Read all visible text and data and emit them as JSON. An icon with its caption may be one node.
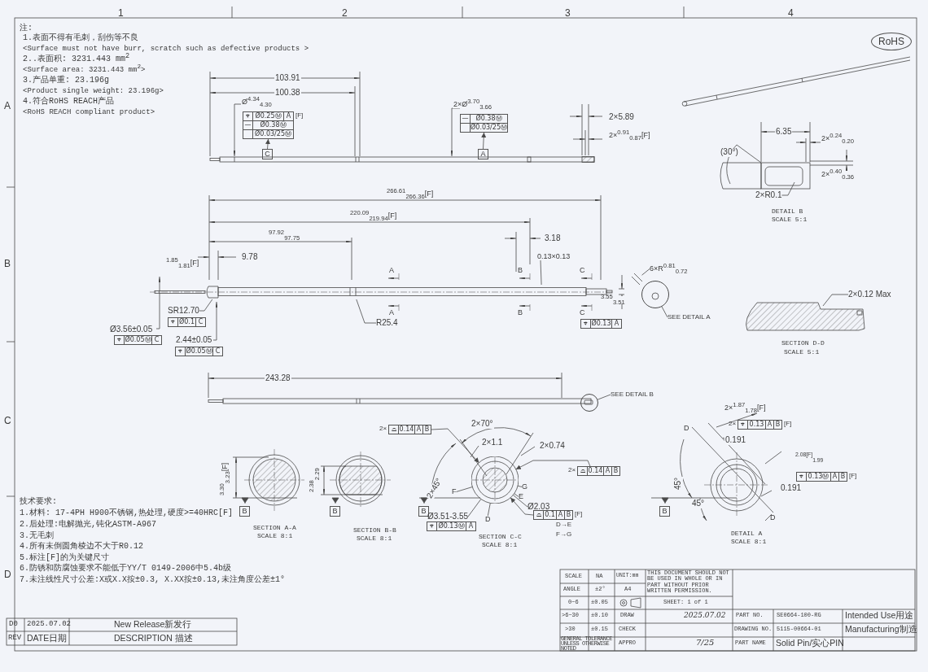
{
  "diagram": {
    "nodes": [
      {
        "text": [
          "RoHS"
        ]
      },
      {
        "text": [
          "⌖",
          "Ø0.25Ⓜ",
          "A",
          "—",
          "Ø0.38Ⓜ",
          "Ø0.03/25Ⓜ"
        ],
        "beside": [
          "[F]"
        ]
      },
      {
        "text": [
          "C"
        ]
      },
      {
        "text": [
          "—",
          "Ø0.38Ⓜ",
          "Ø0.03/25Ⓜ"
        ]
      },
      {
        "text": [
          "A"
        ]
      },
      {
        "text": [
          "2×R0.1"
        ]
      },
      {
        "text": [
          "SR12.70"
        ]
      },
      {
        "text": [
          "⌖",
          "Ø0.1",
          "C"
        ]
      },
      {
        "text": [
          "⌖",
          "Ø0.05Ⓜ",
          "C"
        ]
      },
      {
        "text": [
          "⌖",
          "Ø0.05Ⓜ",
          "C"
        ]
      },
      {
        "text": [
          "R25.4"
        ]
      },
      {
        "text": [
          "0.13×0.13"
        ]
      },
      {
        "text": [
          "⌖",
          "Ø0.13",
          "A"
        ]
      },
      {
        "text": [
          "6×R$^{0.81}$$_{0.72}$"
        ]
      },
      {
        "text": [
          "SEE DETAIL A"
        ]
      },
      {
        "text": [],
        "shape": "circle"
      },
      {
        "text": [
          "2×0.12 Max"
        ]
      },
      {
        "text": [
          "SEE DETAIL B"
        ]
      },
      {
        "text": [],
        "shape": "circle"
      },
      {
        "text": [
          "B"
        ]
      },
      {
        "text": [
          "B"
        ]
      },
      {
        "text": [
          "⌓",
          "0.14",
          "A",
          "B"
        ],
        "beside": [
          "2×"
        ]
      },
      {
        "text": [
          "⌓",
          "0.14",
          "A",
          "B"
        ],
        "beside": [
          "2×"
        ]
      },
      {
        "text": [
          "B"
        ]
      },
      {
        "text": [
          "⌖",
          "Ø0.13Ⓜ",
          "A"
        ]
      },
      {
        "text": [
          "⌓",
          "0.1",
          "A",
          "B"
        ],
        "beside": [
          "[F]"
        ]
      },
      {
        "text": [
          "⌖",
          "0.13",
          "A",
          "B"
        ],
        "beside": [
          "2×",
          "[F]"
        ]
      },
      {
        "text": [
          "⌖",
          "0.13Ⓜ",
          "A",
          "B"
        ],
        "beside": [
          "[F]"
        ]
      },
      {
        "text": [
          "B"
        ]
      },
      {
        "text": [
          "G"
        ]
      },
      {
        "text": [
          "E"
        ]
      },
      {
        "text": [
          "F"
        ]
      },
      {
        "text": [
          "Ø2.03"
        ]
      },
      {
        "text": [
          "Ø3.51-3.55"
        ]
      },
      {
        "text": [
          "D"
        ]
      },
      {
        "text": [],
        "shape": "picture"
      },
      {
        "text": [],
        "shape": "picture"
      },
      {
        "text": [],
        "shape": "picture"
      }
    ],
    "edges": [
      {
        "from": 2,
        "to": 1,
        "arrow": "to"
      },
      {
        "from": 4,
        "to": 3,
        "arrow": "to"
      },
      {
        "from": 5,
        "to": null,
        "arrow": "none"
      },
      {
        "from": 6,
        "to": 36,
        "arrow": "none"
      },
      {
        "from": 10,
        "to": 36,
        "arrow": "none"
      },
      {
        "from": 11,
        "to": 36,
        "arrow": "none"
      },
      {
        "from": 13,
        "to": 35,
        "arrow": "none"
      },
      {
        "from": 14,
        "to": 15,
        "arrow": "none"
      },
      {
        "from": 16,
        "to": null,
        "arrow": "none"
      },
      {
        "from": 17,
        "to": 18,
        "arrow": "none"
      },
      {
        "from": 21,
        "to": 37,
        "arrow": "to"
      },
      {
        "from": 22,
        "to": 37,
        "arrow": "to"
      },
      {
        "from": 25,
        "to": 37,
        "arrow": "to"
      },
      {
        "from": 29,
        "to": 37,
        "arrow": "none"
      },
      {
        "from": 30,
        "to": 37,
        "arrow": "none"
      },
      {
        "from": 31,
        "to": 37,
        "arrow": "none"
      },
      {
        "from": 32,
        "to": 37,
        "arrow": "none"
      },
      {
        "from": 33,
        "to": 37,
        "arrow": "none"
      },
      {
        "from": 34,
        "to": 37,
        "arrow": "none"
      }
    ],
    "labels": [
      "1",
      "2",
      "3",
      "4",
      "A",
      "B",
      "C",
      "D",
      "注:",
      "1.表面不得有毛刺，刮伤等不良",
      "<Surface must not have burr, scratch such as defective products >",
      "2..表面积: 3231.443 mm$^{2}$",
      "<Surface area: 3231.443 mm$^{2}$>",
      "3.产品单重: 23.196g",
      "<Product single weight: 23.196g>",
      "4.符合RoHS REACH产品",
      "<RoHS REACH compliant product>",
      "103.91",
      "100.38",
      "Ø$^{4.34}$$_{4.30}$",
      "2×Ø$^{3.70}$$_{3.66}$",
      "2×5.89",
      "2×$^{0.91}$$_{0.87}$[F]",
      "6.35",
      "(30°)",
      "2×$^{0.24}$$_{0.20}$",
      "2×$^{0.40}$$_{0.36}$",
      "DETAIL B",
      "SCALE 5:1",
      "$^{266.61}$$_{266.36}$[F]",
      "$^{220.09}$$_{219.94}$[F]",
      "$^{97.92}$$_{97.75}$",
      "3.18",
      "9.78",
      "$^{1.85}$$_{1.81}$[F]",
      "A",
      "A",
      "B",
      "B",
      "C",
      "C",
      "Ø3.56±0.05",
      "2.44±0.05",
      "$^{3.55}$$_{3.51}$",
      "SECTION D-D",
      "SCALE 5:1",
      "243.28",
      "2×70°",
      "2×1.1",
      "2×0.74",
      "2×45°",
      "D→E",
      "F→G",
      "SECTION C-C",
      "SCALE 8:1",
      "$^{3.30}$$_{3.23}$[F]",
      "SECTION A-A",
      "SCALE 8:1",
      "$^{2.38}$$_{2.29}$",
      "SECTION B-B",
      "SCALE 8:1",
      "D",
      "2×$^{1.87}$$_{1.78}$[F]",
      "0.191",
      "$^{2.08[F]}$$_{1.99}$",
      "0.191",
      "45°",
      "45°",
      "D",
      "DETAIL A",
      "SCALE 8:1",
      "技术要求:",
      "1.材料: 17-4PH H900不锈钢,热处理,硬度>=40HRC[F]",
      "2.后处理:电解抛光,钝化ASTM-A967",
      "3.无毛刺",
      "4.所有未倒圆角棱边不大于R0.12",
      "5.标注[F]的为关键尺寸",
      "6.防锈和防腐蚀要求不能低于YY/T 0149-2006中5.4b级",
      "7.未注线性尺寸公差:X或X.X按±0.3, X.XX按±0.13,未注角度公差±1°",
      "D0",
      "2025.07.02",
      "New Release新发行",
      "REV",
      "DATE日期",
      "DESCRIPTION 描述",
      "SCALE",
      "NA",
      "UNIT:mm",
      "THIS DOCUMENT SHOULD NOT BE USED IN WHOLE OR IN PART WITHOUT PRIOR WRITTEN PERMISSION.",
      "ANGLE",
      "±2°",
      "A4",
      "0~6",
      "±0.05",
      "SHEET: 1 of 1",
      ">6~30",
      "±0.10",
      "DRAW",
      "2025.07.02",
      ">30",
      "±0.15",
      "CHECK",
      "GENERAL TOLERANCE UNLESS OTHERWISE NOTED",
      "APPRO",
      "7/25",
      "PART NO.",
      "SE0664-100-RG",
      "Intended Use用途",
      "DRAWING NO.",
      "5115-00664-01",
      "Manufacturing制造",
      "PART NAME",
      "Solid Pin/实心PIN"
    ]
  }
}
